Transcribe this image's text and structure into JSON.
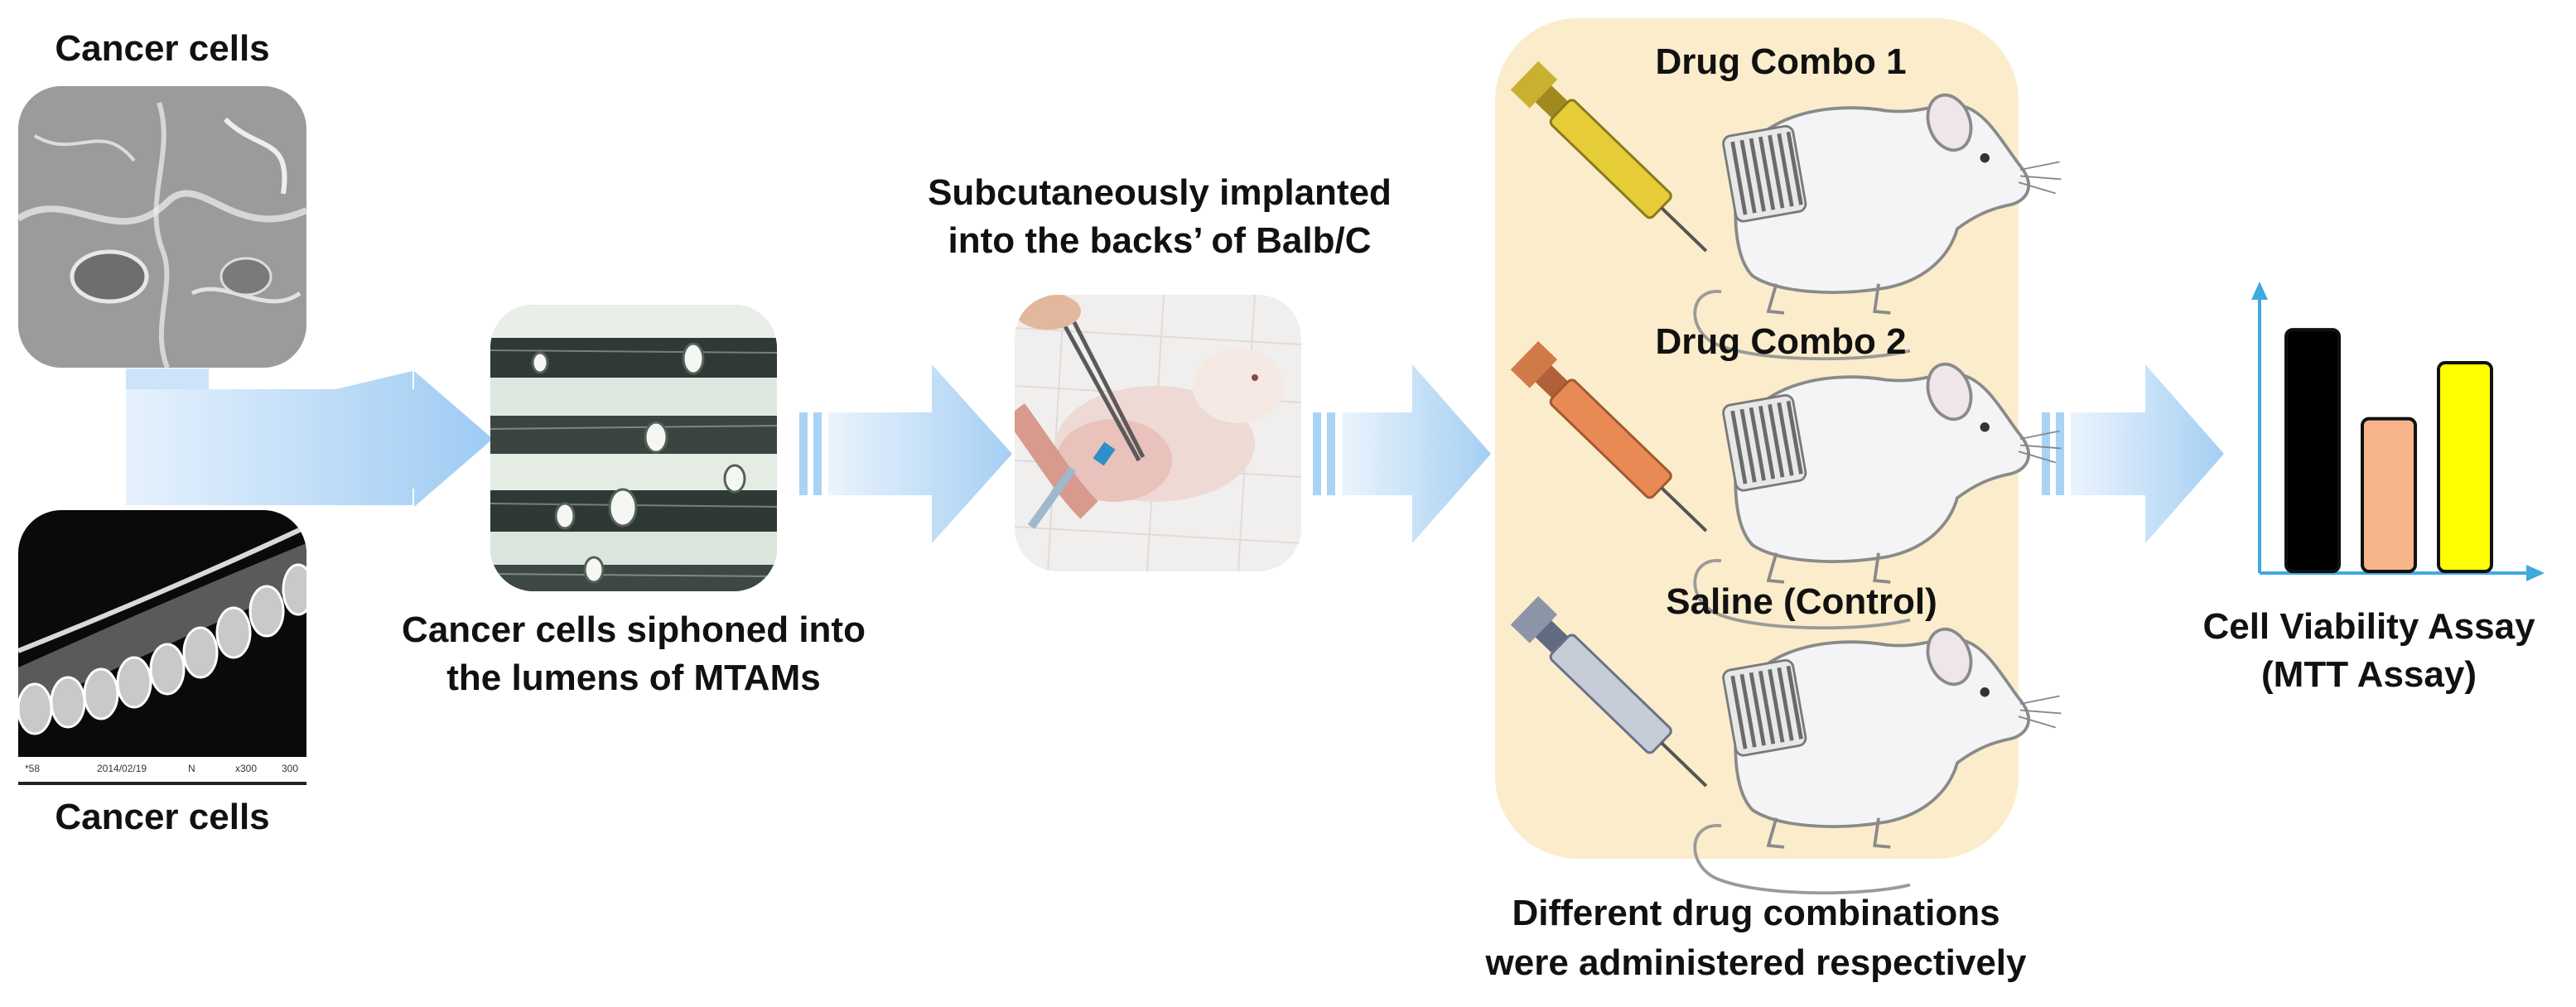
{
  "labels": {
    "cancer_cells_top": "Cancer cells",
    "cancer_cells_bottom": "Cancer cells",
    "siphoned_line1": "Cancer cells siphoned into",
    "siphoned_line2": "the lumens of MTAMs",
    "implanted_line1": "Subcutaneously implanted",
    "implanted_line2": "into the backs’ of Balb/C",
    "combo1": "Drug Combo 1",
    "combo2": "Drug Combo 2",
    "saline": "Saline (Control)",
    "different_line1": "Different drug combinations",
    "different_line2": "were administered respectively",
    "viability_line1": "Cell Viability Assay",
    "viability_line2": "(MTT Assay)"
  },
  "sem_footer": {
    "part1": "*58",
    "part2": "2014/02/19",
    "part3": "N",
    "part4": "x300",
    "part5": "300"
  },
  "colors": {
    "arrow_light": "#e6f2fd",
    "arrow_dark": "#9ecbf3",
    "panel_fill": "#fbeccb",
    "axis_blue": "#3fa9e0",
    "bar_black": "#000000",
    "bar_orange": "#f8b48a",
    "bar_yellow": "#ffff00",
    "syringe_yellow": "#e6cc36",
    "syringe_orange": "#e98a55",
    "syringe_gray": "#8c95a8"
  },
  "chart_data": {
    "type": "bar",
    "categories": [
      "",
      "",
      ""
    ],
    "values": [
      0.95,
      0.6,
      0.82
    ],
    "series_colors": [
      "#000000",
      "#f8b48a",
      "#ffff00"
    ],
    "title": "",
    "xlabel": "",
    "ylabel": "",
    "ylim": [
      0,
      1.1
    ],
    "grid": false
  }
}
